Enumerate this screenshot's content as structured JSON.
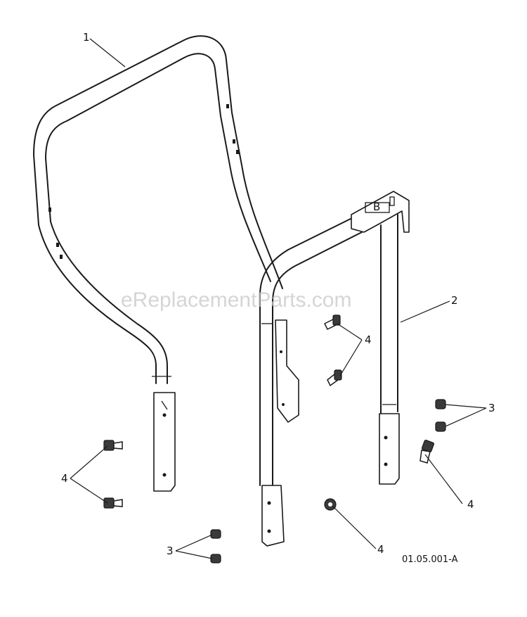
{
  "watermark": "eReplacementParts.com",
  "drawing_code": "01.05.001-A",
  "callouts": {
    "part1": "1",
    "part2": "2",
    "part3_right": "3",
    "part3_bottom": "3",
    "part4_center": "4",
    "part4_left": "4",
    "part4_right": "4",
    "part4_bottom": "4"
  },
  "colors": {
    "line": "#1a1a1a",
    "background": "#ffffff",
    "watermark": "#c8c8c8"
  }
}
